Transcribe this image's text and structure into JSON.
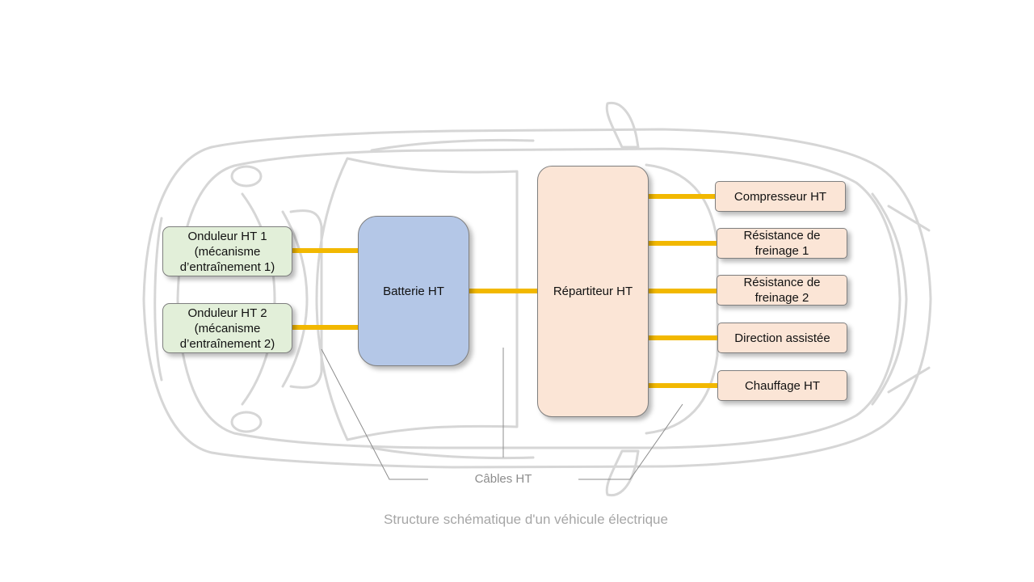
{
  "diagram": {
    "inverter1": {
      "line1": "Onduleur  HT  1",
      "line2": "(mécanisme",
      "line3": "d’entraînement  1)"
    },
    "inverter2": {
      "line1": "Onduleur  HT 2",
      "line2": "(mécanisme",
      "line3": "d’entraînement  2)"
    },
    "battery": "Batterie HT",
    "distributor": "Répartiteur HT",
    "consumers": [
      {
        "line1": "Compresseur HT",
        "line2": ""
      },
      {
        "line1": "Résistance de",
        "line2": "freinage 1"
      },
      {
        "line1": "Résistance de",
        "line2": "freinage 2"
      },
      {
        "line1": "Direction assistée",
        "line2": ""
      },
      {
        "line1": "Chauffage HT",
        "line2": ""
      }
    ],
    "cables_label": "Câbles HT",
    "caption": "Structure schématique d'un véhicule électrique"
  },
  "colors": {
    "cable": "#f2b800",
    "inverter_fill": "#e2efd9",
    "battery_fill": "#b4c7e7",
    "distributor_fill": "#fbe5d6",
    "car_outline": "#d9d9d9"
  }
}
